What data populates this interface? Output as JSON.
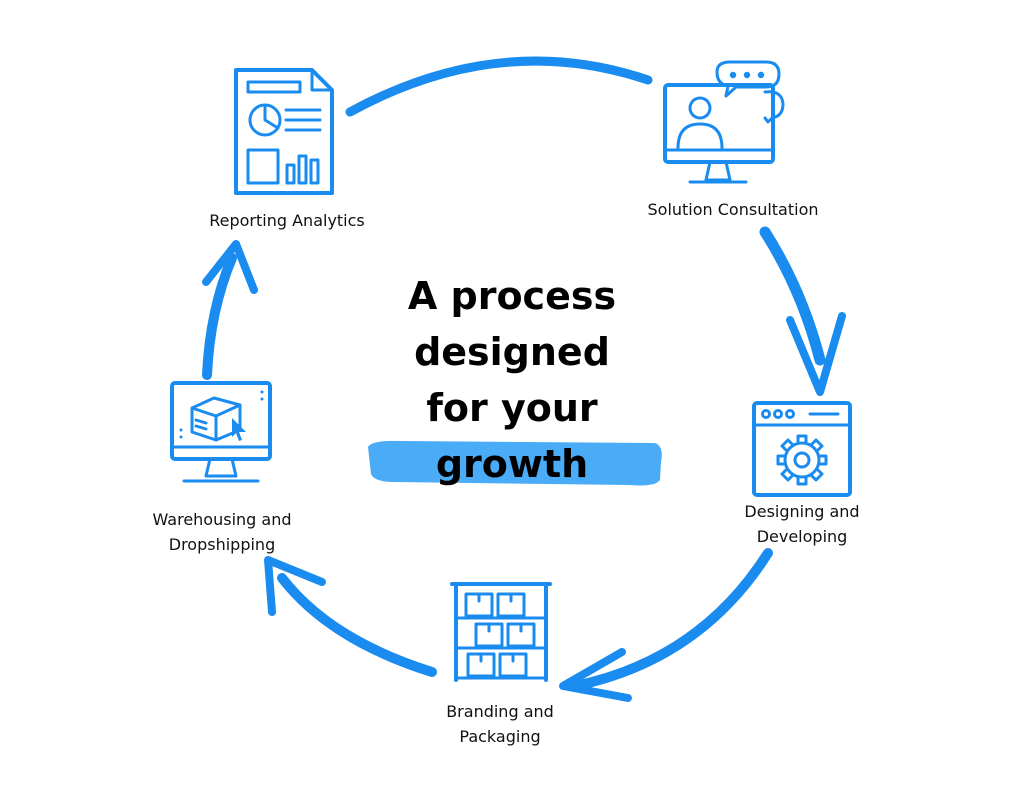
{
  "title": {
    "line1": "A process",
    "line2": "designed",
    "line3": "for your",
    "line4": "growth"
  },
  "steps": [
    {
      "icon": "report-document-icon",
      "line1": "Reporting Analytics",
      "line2": ""
    },
    {
      "icon": "video-consultation-icon",
      "line1": "Solution Consultation",
      "line2": ""
    },
    {
      "icon": "browser-gear-icon",
      "line1": "Designing and",
      "line2": "Developing"
    },
    {
      "icon": "warehouse-shelf-icon",
      "line1": "Branding and",
      "line2": "Packaging"
    },
    {
      "icon": "monitor-box-icon",
      "line1": "Warehousing and",
      "line2": "Dropshipping"
    }
  ],
  "colors": {
    "accent": "#1a8cf0",
    "highlight": "#4aabf7",
    "text": "#111111"
  }
}
